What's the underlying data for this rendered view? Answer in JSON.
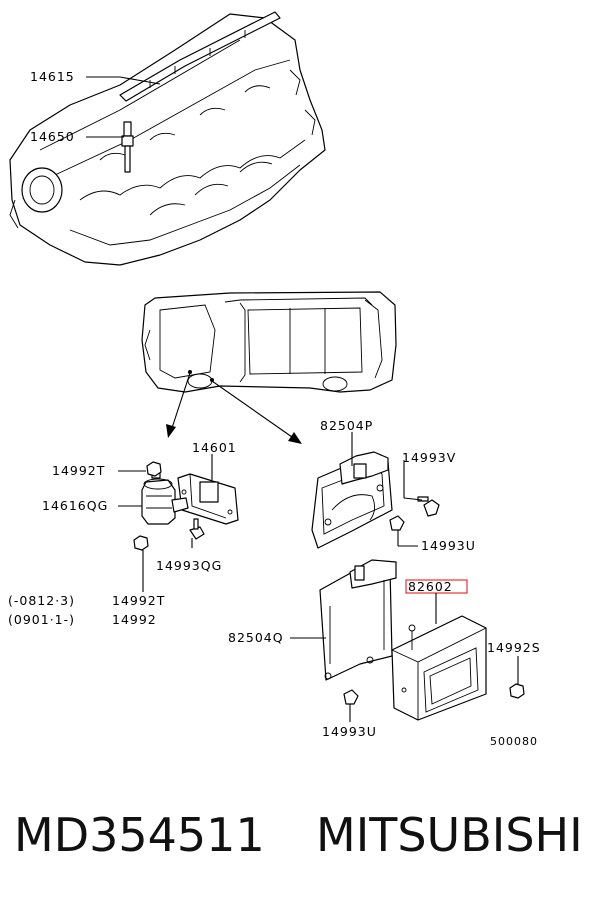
{
  "callouts": {
    "c14615": "14615",
    "c14650": "14650",
    "c14601": "14601",
    "c14992T_top": "14992T",
    "c14616QG": "14616QG",
    "c14993QG": "14993QG",
    "c14992T_bottom": "14992T",
    "c14992": "14992",
    "range1": "(-0812·3)",
    "range2": "(0901·1-)",
    "c82504P": "82504P",
    "c14993V": "14993V",
    "c14993U_top": "14993U",
    "c82602": "82602",
    "c82504Q": "82504Q",
    "c14992S": "14992S",
    "c14993U_bottom": "14993U"
  },
  "diagram_code": "500080",
  "highlight_color": "#e02020",
  "footer": {
    "part_number": "MD354511",
    "brand": "MITSUBISHI"
  }
}
